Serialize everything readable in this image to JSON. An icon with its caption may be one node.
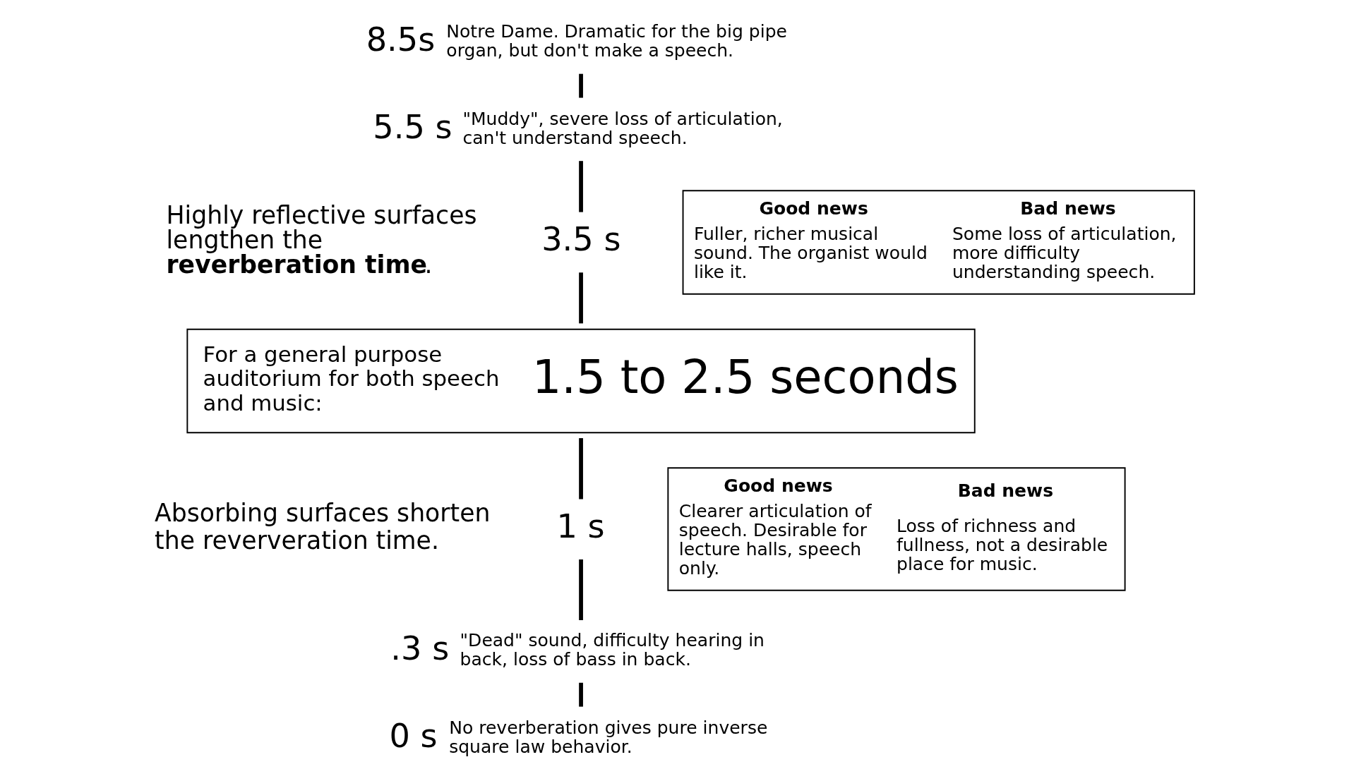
{
  "diagram": {
    "nodes": [
      {
        "text": [
          "8.5s"
        ],
        "beside": [
          "Notre Dame. Dramatic for the big pipe organ, but don't make a speech."
        ]
      },
      {
        "text": [
          "5.5 s"
        ],
        "beside": [
          "\"Muddy\", severe loss of articulation, can't understand speech."
        ]
      },
      {
        "text": [
          "3.5 s"
        ]
      },
      {
        "text": [
          "Good news",
          "Fuller, richer musical sound. The organist would like it.",
          "Bad news",
          "Some loss of articulation, more difficulty understanding speech."
        ]
      },
      {
        "text": [
          "For a general purpose auditorium for both speech and music:",
          "1.5 to 2.5 seconds"
        ]
      },
      {
        "text": [
          "Good news",
          "Clearer articulation of speech. Desirable for lecture halls, speech only.",
          "Bad news",
          "Loss of richness and fullness, not a desirable place for music."
        ]
      },
      {
        "text": [
          "1 s"
        ]
      },
      {
        "text": [
          ".3 s"
        ],
        "beside": [
          "\"Dead\" sound, difficulty hearing in back, loss of bass in back."
        ]
      },
      {
        "text": [
          "0 s"
        ],
        "beside": [
          "No reverberation gives pure inverse square law behavior."
        ]
      }
    ],
    "edges": [
      {
        "from": 4,
        "to": 2,
        "arrow": "none"
      },
      {
        "from": 2,
        "to": 1,
        "arrow": "none"
      },
      {
        "from": 1,
        "to": 0,
        "arrow": "none"
      },
      {
        "from": 4,
        "to": 6,
        "arrow": "none"
      },
      {
        "from": 6,
        "to": 7,
        "arrow": "none"
      },
      {
        "from": 7,
        "to": 8,
        "arrow": "none"
      }
    ],
    "labels": [
      "Highly reflective surfaces lengthen the **reverberation time**.",
      "Absorbing surfaces shorten the reververation time."
    ]
  }
}
